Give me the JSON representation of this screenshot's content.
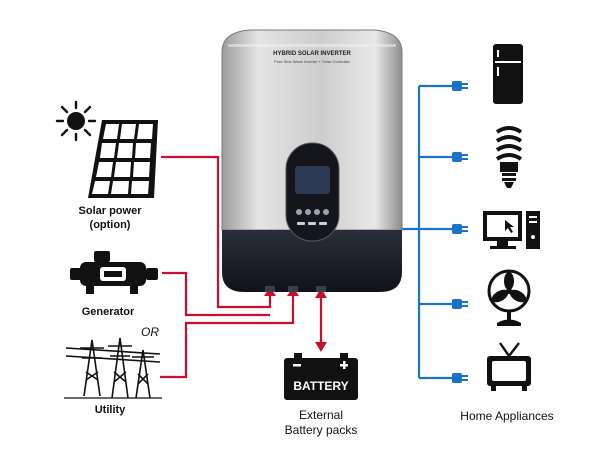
{
  "inverter": {
    "brand_line": "HYBRID SOLAR INVERTER",
    "sub_line": "Pure Sine Wave Inverter + Solar Controller"
  },
  "sources": {
    "solar_label": "Solar power",
    "solar_sublabel": "(option)",
    "generator_label": "Generator",
    "or_label": "OR",
    "utility_label": "Utility"
  },
  "battery": {
    "plate_label": "BATTERY",
    "caption_line1": "External",
    "caption_line2": "Battery packs"
  },
  "appliances": {
    "caption": "Home Appliances",
    "items": [
      "refrigerator-icon",
      "bulb-icon",
      "computer-icon",
      "fan-icon",
      "tv-icon"
    ]
  },
  "colors": {
    "ac_input_line": "#c8102e",
    "output_line": "#1a73c6",
    "inverter_top": "#d4d4d4",
    "inverter_base": "#1c1f2a"
  }
}
